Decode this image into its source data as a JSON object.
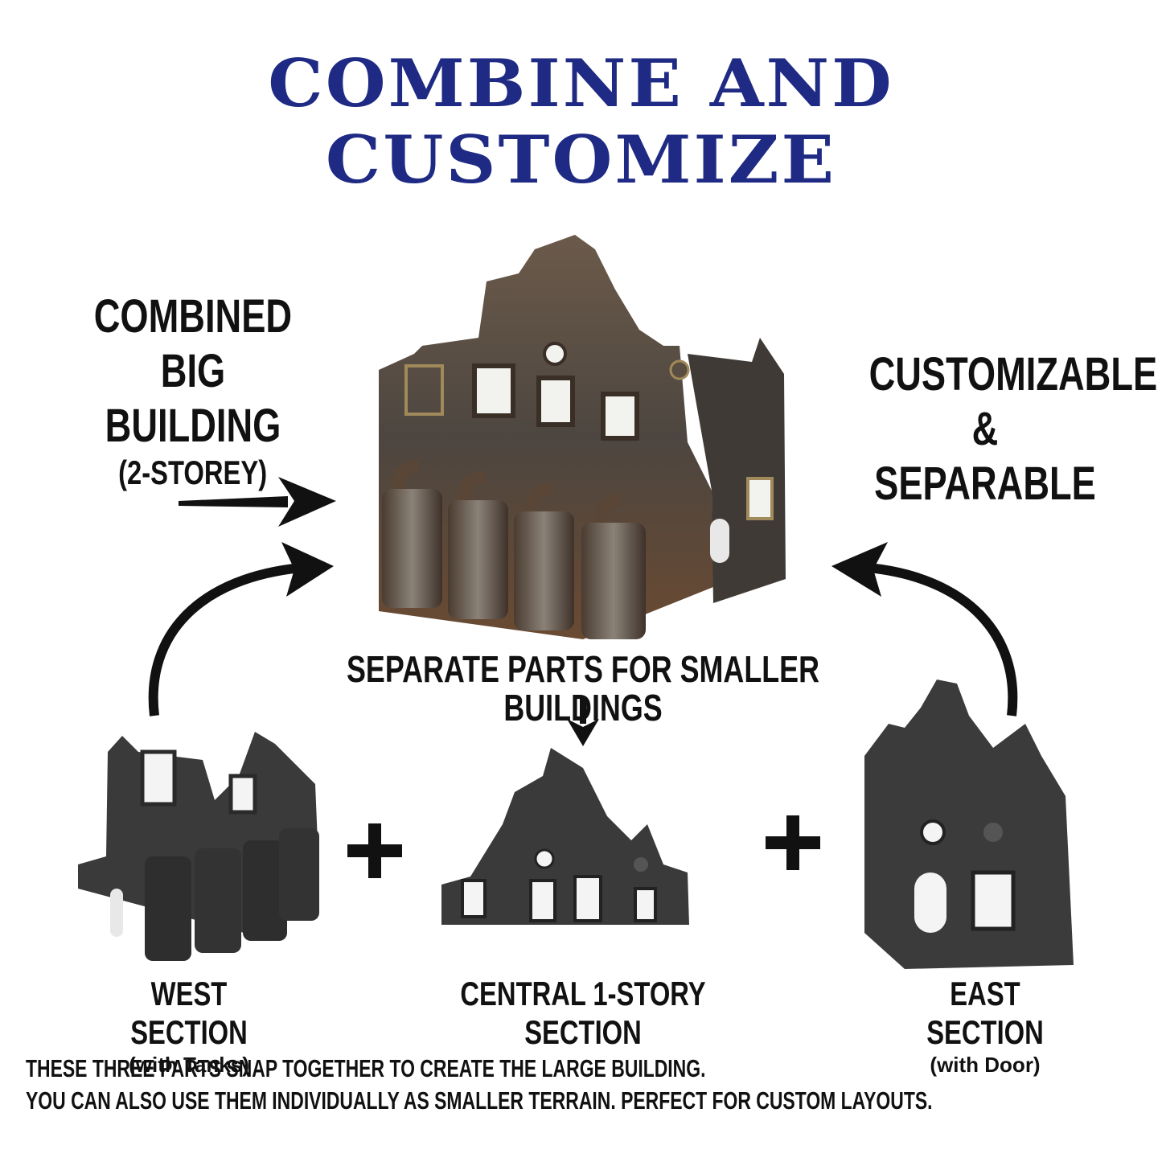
{
  "colors": {
    "brand": "#1f2a84",
    "ink": "#111111"
  },
  "headline": "COMBINE AND CUSTOMIZE",
  "left_callout": {
    "line1": "COMBINED",
    "line2": "BIG BUILDING",
    "line3": "(2-STOREY)"
  },
  "right_callout": {
    "line1": "CUSTOMIZABLE",
    "line2": "& SEPARABLE"
  },
  "middle_caption": "SEPARATE PARTS FOR SMALLER BUILDINGS",
  "sections": [
    {
      "title": "WEST SECTION",
      "note": "(with Tanks)"
    },
    {
      "title": "CENTRAL 1-STORY SECTION",
      "note": ""
    },
    {
      "title": "EAST SECTION",
      "note": "(with Door)"
    }
  ],
  "plus_symbol": "+",
  "footer": {
    "line1": "THESE THREE PARTS SNAP TOGETHER TO CREATE THE LARGE BUILDING.",
    "line2": "YOU CAN ALSO USE THEM INDIVIDUALLY AS SMALLER TERRAIN. PERFECT FOR CUSTOM LAYOUTS."
  },
  "icons": [
    "arrow-right-icon",
    "curved-arrow-left-icon",
    "curved-arrow-right-icon",
    "arrow-down-icon",
    "plus-icon"
  ],
  "images": [
    "combined-building-image",
    "west-section-image",
    "central-section-image",
    "east-section-image"
  ]
}
